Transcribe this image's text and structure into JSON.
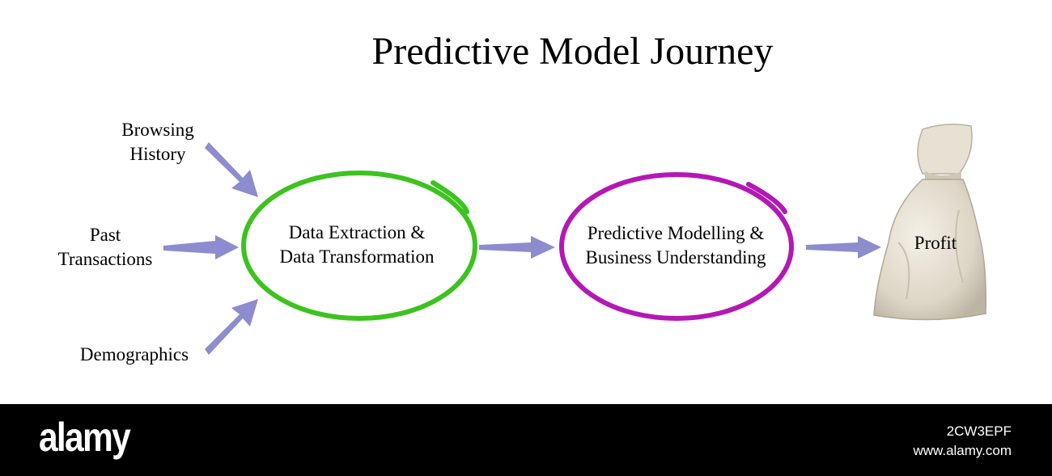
{
  "title": "Predictive Model Journey",
  "inputs": [
    {
      "lines": [
        "Browsing",
        "History"
      ]
    },
    {
      "lines": [
        "Past",
        "Transactions"
      ]
    },
    {
      "lines": [
        "Demographics"
      ]
    }
  ],
  "stages": [
    {
      "lines": [
        "Data Extraction &",
        "Data Transformation"
      ],
      "color": "#3cc31e"
    },
    {
      "lines": [
        "Predictive Modelling &",
        "Business Understanding"
      ],
      "color": "#b418b4"
    }
  ],
  "result": {
    "label": "Profit",
    "icon": "money-bag-icon"
  },
  "arrow_color": "#8c8ccf",
  "watermark": {
    "logo": "alamy",
    "image_id": "2CW3EPF",
    "site": "www.alamy.com"
  }
}
